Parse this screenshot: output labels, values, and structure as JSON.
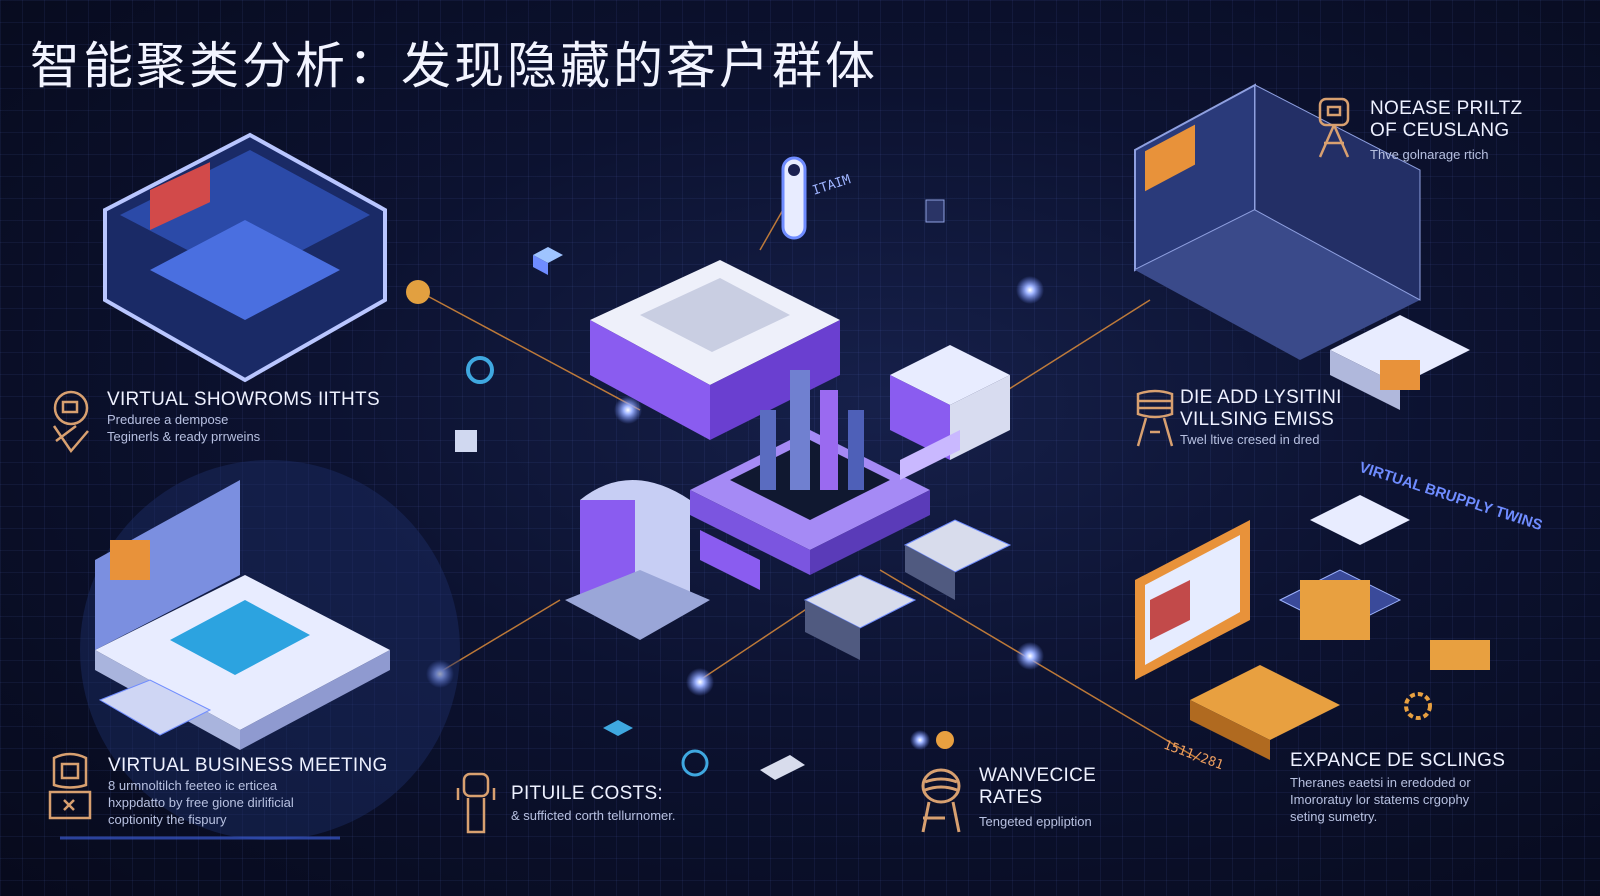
{
  "title": "智能聚类分析：发现隐藏的客户群体",
  "colors": {
    "background": "#0c1230",
    "accent_purple": "#8a5cf0",
    "accent_orange": "#e8923a",
    "glow_blue": "#6f8cff",
    "text": "#eef1ff"
  },
  "blocks": [
    {
      "heading": [
        "VIRTUAL SHOWROMS IITHTS"
      ],
      "lines": [
        "Preduree a dempose",
        "Teginerls & ready prrweins"
      ],
      "icon": "robot-outline-icon"
    },
    {
      "heading": [
        "VIRTUAL BUSINESS MEETING"
      ],
      "lines": [
        "8 urmnoltilch feeteo ic erticea",
        "hxppdatto by free gione dirlificial",
        "coptionity the fispury"
      ],
      "icon": "meeting-chair-icon"
    },
    {
      "heading": [
        "NOEASE PRILTZ",
        "OF CEUSLANG"
      ],
      "lines": [
        "Thve golnarage rtich"
      ],
      "icon": "person-monitor-icon"
    },
    {
      "heading": [
        "DIE ADD LYSITINI",
        "VILLSING EMISS"
      ],
      "lines": [
        "Twel ltive cresed in dred"
      ],
      "icon": "database-stand-icon"
    },
    {
      "heading": [
        "PITUILE COSTS:"
      ],
      "lines": [
        "& sufficted corth tellurnomer."
      ],
      "icon": "figure-icon"
    },
    {
      "heading": [
        "WANVECICE",
        "RATES"
      ],
      "lines": [
        "Tengeted eppliption"
      ],
      "icon": "head-profile-icon"
    },
    {
      "heading": [
        "EXPANCE DE SCLINGS"
      ],
      "lines": [
        "Theranes eaetsi in eredoded or",
        "Imororatuy lor statems crgophy",
        "seting sumetry."
      ],
      "icon": "gear-icon"
    }
  ],
  "misc": {
    "twins_tag": "VIRTUAL BRUPPLY TWINS",
    "code_label": "1511/281",
    "city_sign": "ITAIM"
  }
}
